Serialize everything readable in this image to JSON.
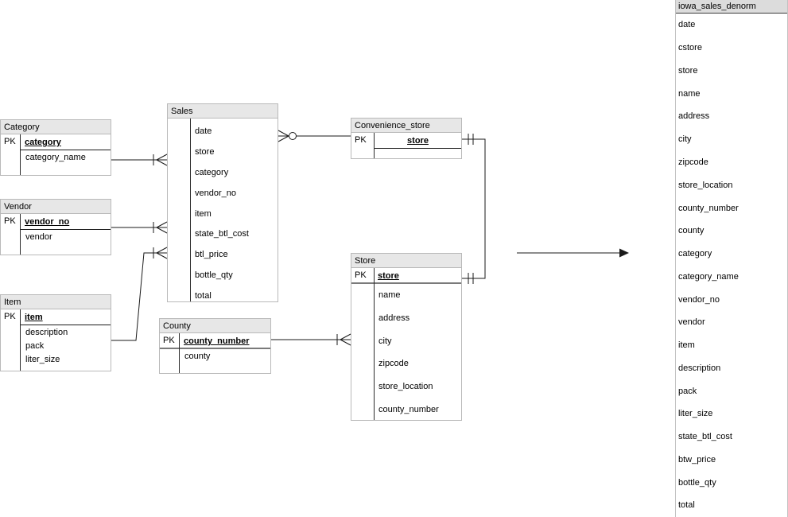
{
  "diagram": {
    "entities": {
      "category": {
        "title": "Category",
        "pk_label": "PK",
        "pk": "category",
        "fields": [
          "category_name"
        ]
      },
      "vendor": {
        "title": "Vendor",
        "pk_label": "PK",
        "pk": "vendor_no",
        "fields": [
          "vendor"
        ]
      },
      "item": {
        "title": "Item",
        "pk_label": "PK",
        "pk": "item",
        "fields": [
          "description",
          "pack",
          "liter_size"
        ]
      },
      "sales": {
        "title": "Sales",
        "fields": [
          "date",
          "store",
          "category",
          "vendor_no",
          "item",
          "state_btl_cost",
          "btl_price",
          "bottle_qty",
          "total"
        ]
      },
      "county": {
        "title": "County",
        "pk_label": "PK",
        "pk": "county_number",
        "fields": [
          "county"
        ]
      },
      "convenience_store": {
        "title": "Convenience_store",
        "pk_label": "PK",
        "pk": "store",
        "fields": []
      },
      "store": {
        "title": "Store",
        "pk_label": "PK",
        "pk": "store",
        "fields": [
          "name",
          "address",
          "city",
          "zipcode",
          "store_location",
          "county_number"
        ]
      }
    },
    "denorm": {
      "title": "iowa_sales_denorm",
      "fields": [
        "date",
        "cstore",
        "store",
        "name",
        "address",
        "city",
        "zipcode",
        "store_location",
        "county_number",
        "county",
        "category",
        "category_name",
        "vendor_no",
        "vendor",
        "item",
        "description",
        "pack",
        "liter_size",
        "state_btl_cost",
        "btw_price",
        "bottle_qty",
        "total"
      ]
    },
    "colors": {
      "entity_header_bg": "#e7e7e7",
      "denorm_header_bg": "#dcdcdc",
      "table_border": "#b9b9b9",
      "line": "#1a1a1a",
      "text": "#000000"
    }
  }
}
